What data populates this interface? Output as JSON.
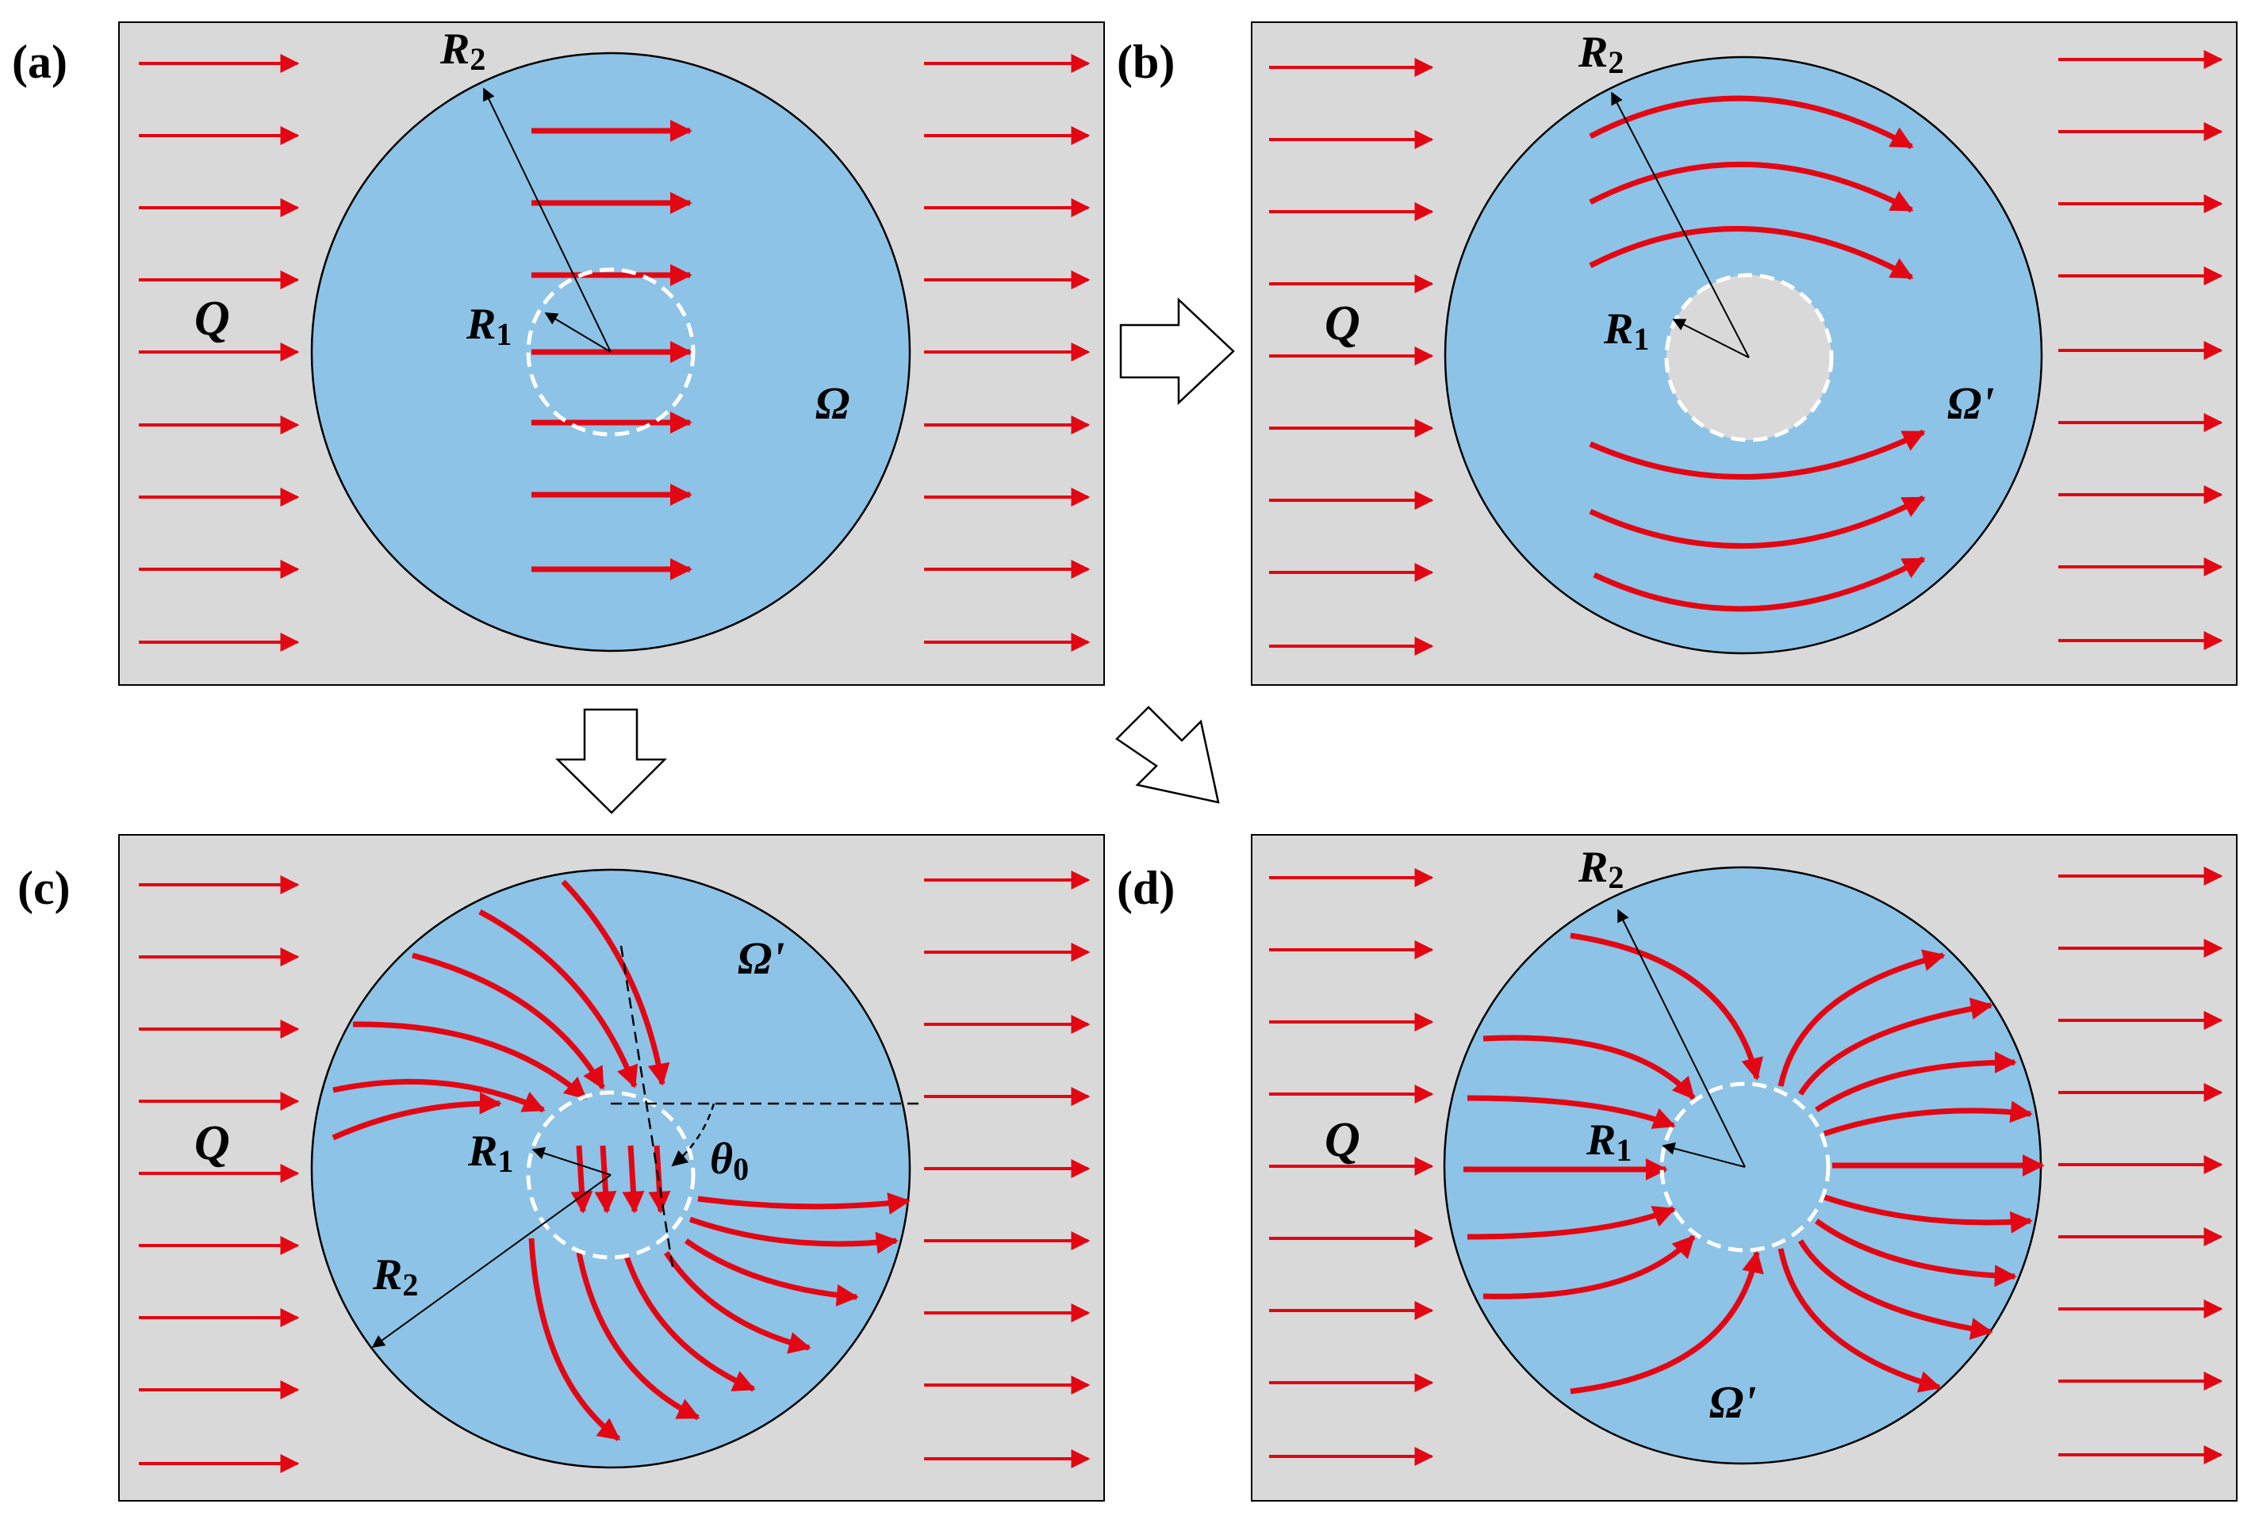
{
  "colors": {
    "background": "#ffffff",
    "medium": "#d9d9d9",
    "region": "#8dc3e6",
    "flux": "#e30613",
    "outline": "#000000",
    "inner_dash": "#ffffff"
  },
  "icons": [
    "right-hollow-arrow-icon",
    "down-hollow-arrow-icon",
    "diagonal-hollow-arrow-icon"
  ],
  "panels": [
    {
      "label": "(a)",
      "q": "Q",
      "r1": "R",
      "r1_sub": "1",
      "r2": "R",
      "r2_sub": "2",
      "region": "Ω"
    },
    {
      "label": "(b)",
      "q": "Q",
      "r1": "R",
      "r1_sub": "1",
      "r2": "R",
      "r2_sub": "2",
      "region": "Ω'"
    },
    {
      "label": "(c)",
      "q": "Q",
      "r1": "R",
      "r1_sub": "1",
      "r2": "R",
      "r2_sub": "2",
      "region": "Ω'",
      "theta": "θ",
      "theta_sub": "0"
    },
    {
      "label": "(d)",
      "q": "Q",
      "r1": "R",
      "r1_sub": "1",
      "r2": "R",
      "r2_sub": "2",
      "region": "Ω'"
    }
  ]
}
